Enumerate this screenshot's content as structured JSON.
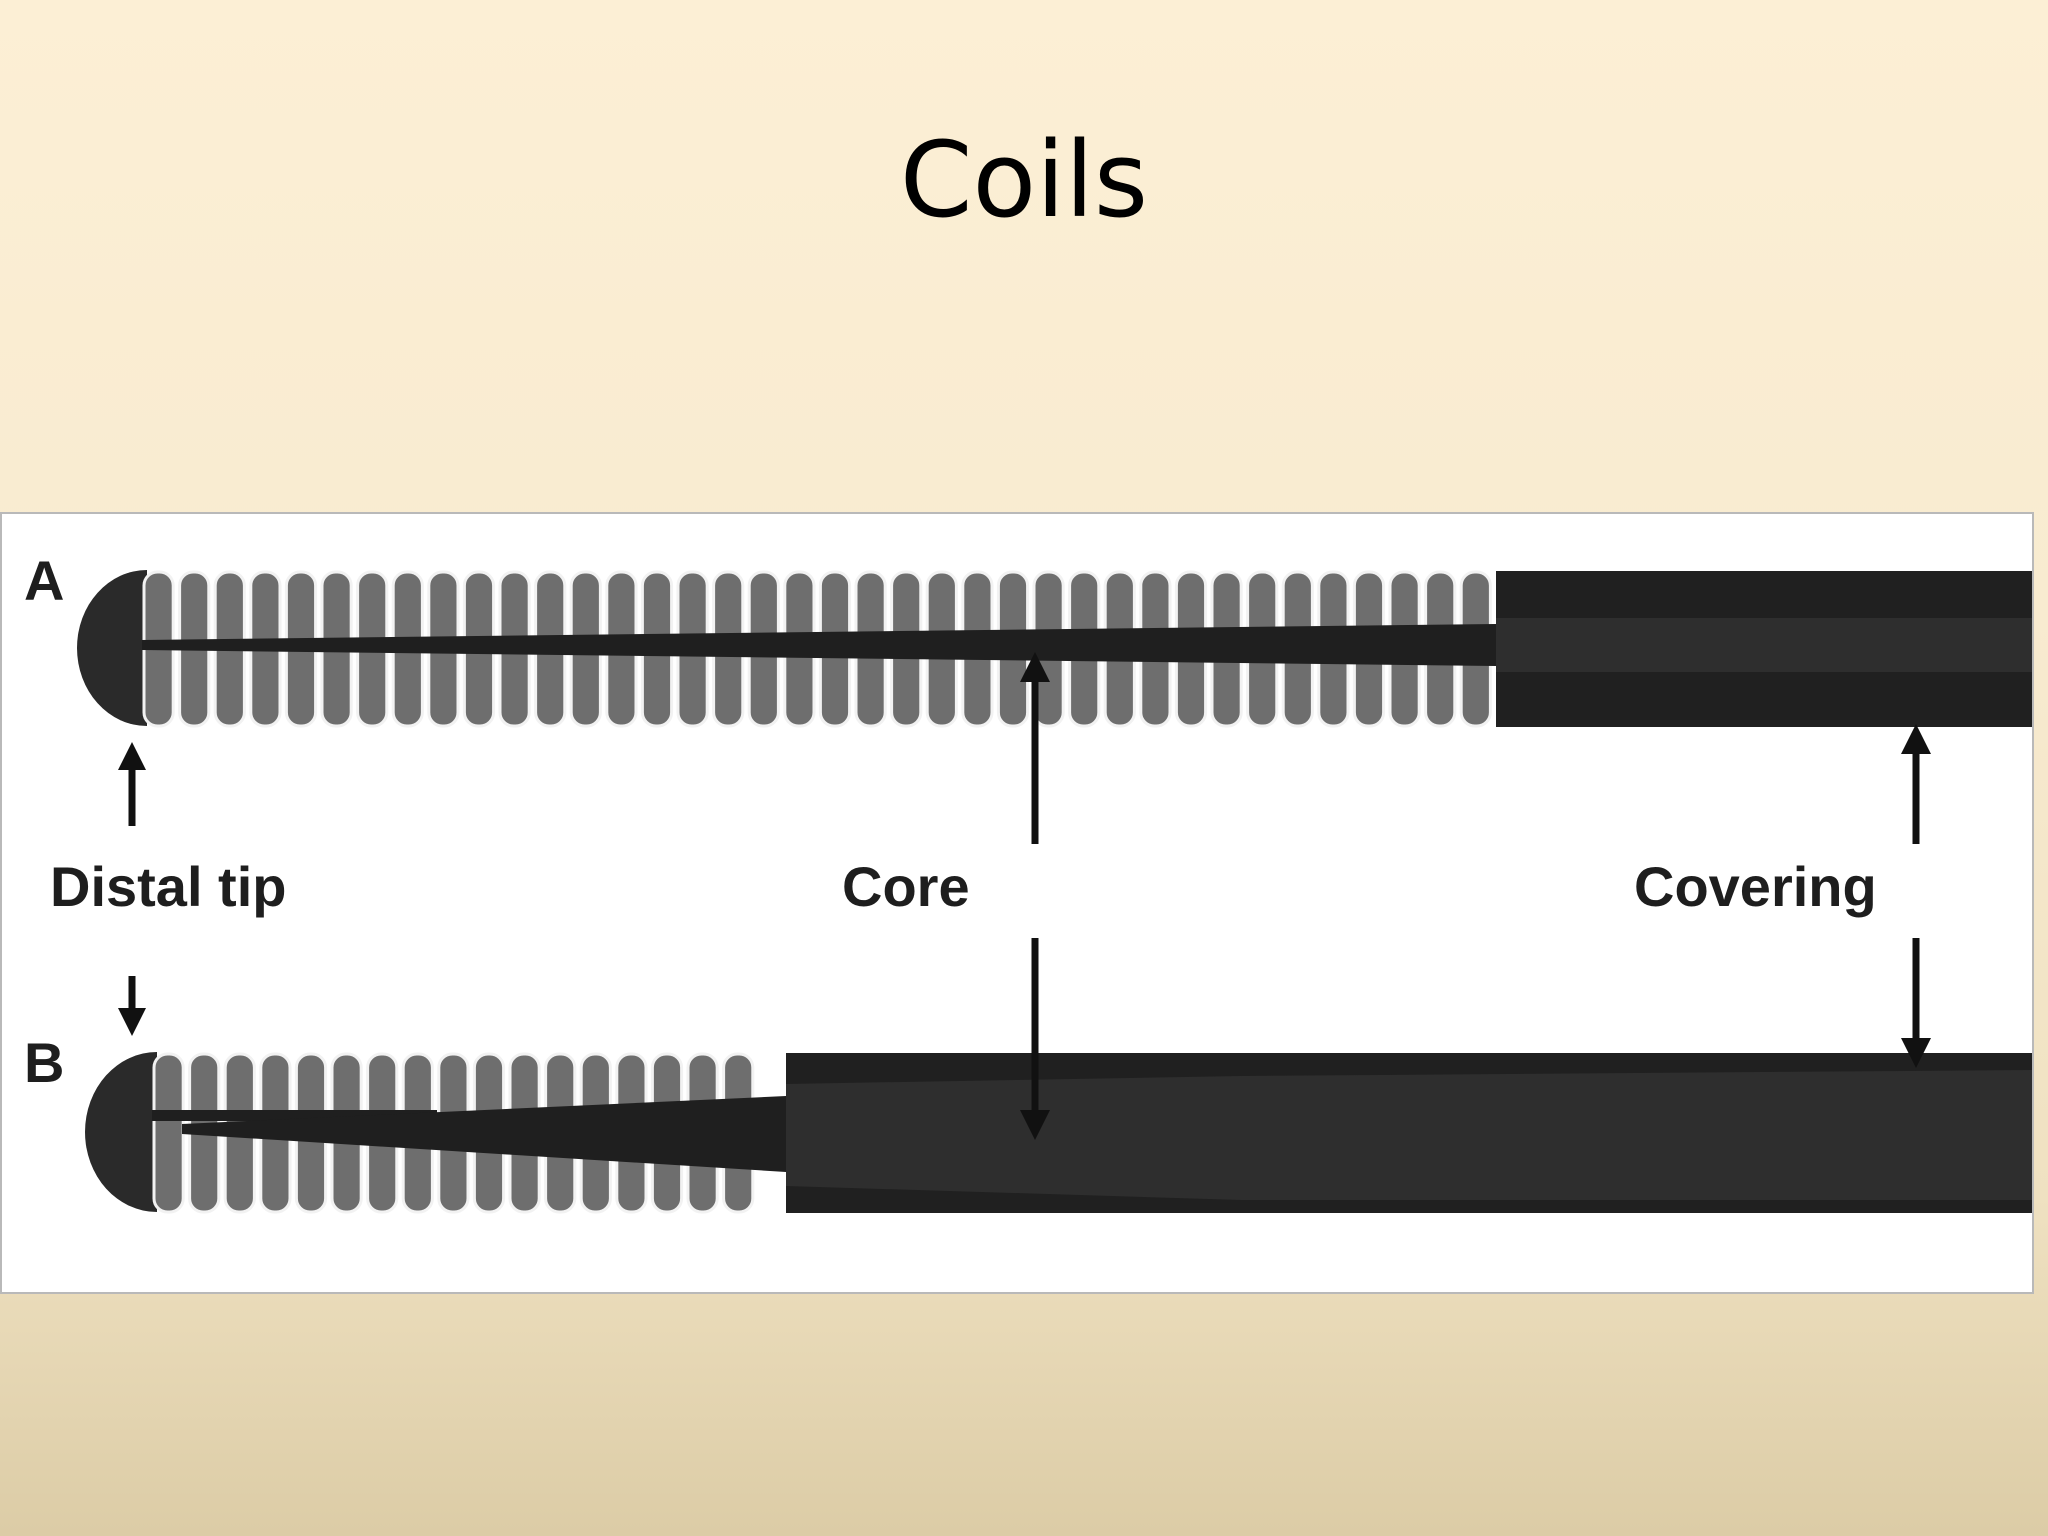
{
  "slide": {
    "title": "Coils"
  },
  "figure": {
    "panel_a_label": "A",
    "panel_b_label": "B",
    "labels": {
      "distal_tip": "Distal tip",
      "core": "Core",
      "covering": "Covering"
    }
  },
  "colors": {
    "background_top": "#fcefd5",
    "background_bottom": "#dccca6",
    "wire_dark": "#202020",
    "coil_gray": "#6e6e6e",
    "label_text": "#1e1e1e"
  }
}
